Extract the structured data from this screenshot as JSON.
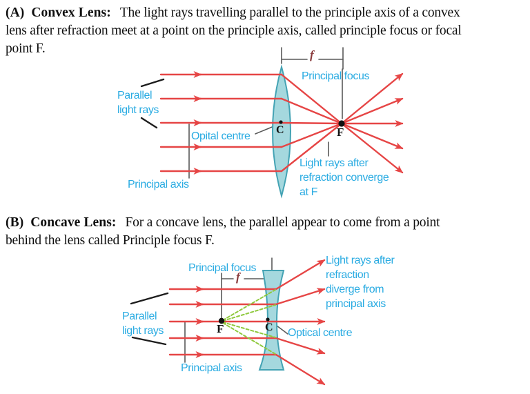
{
  "colors": {
    "label_cyan": "#29abe2",
    "ray_red": "#e64545",
    "lens_fill": "#a5d8de",
    "lens_stroke": "#44a3b4",
    "green_dash": "#8fc93e",
    "gray_line": "#595959",
    "f_maroon": "#8a3b3c",
    "body_text": "#0f0f0f"
  },
  "sectionA": {
    "heading": "(A)  Convex Lens:",
    "body_line1": "The light rays travelling parallel to the principle axis of a convex",
    "body_line2": "lens after refraction meet at a point on the principle axis, called principle focus or focal",
    "body_line3": "point F.",
    "diagram": {
      "parallel_light_rays": "Parallel\nlight rays",
      "optical_centre": "Opital centre",
      "principal_axis": "Principal axis",
      "principal_focus": "Principal focus",
      "focal_length_symbol": "f",
      "optical_centre_point": "C",
      "focus_point": "F",
      "refraction_note": "Light rays after\nrefraction converge\nat F"
    }
  },
  "sectionB": {
    "heading": "(B)  Concave Lens:",
    "body_line1": "For a concave lens, the parallel appear to come from a point",
    "body_line2": "behind the lens called Principle focus F.",
    "diagram": {
      "parallel_light_rays": "Parallel\nlight rays",
      "optical_centre": "Optical centre",
      "principal_axis": "Principal axis",
      "principal_focus": "Principal focus",
      "focal_length_symbol": "f",
      "optical_centre_point": "C",
      "focus_point": "F",
      "refraction_note": "Light rays after\nrefraction\ndiverge from\nprincipal axis"
    }
  }
}
